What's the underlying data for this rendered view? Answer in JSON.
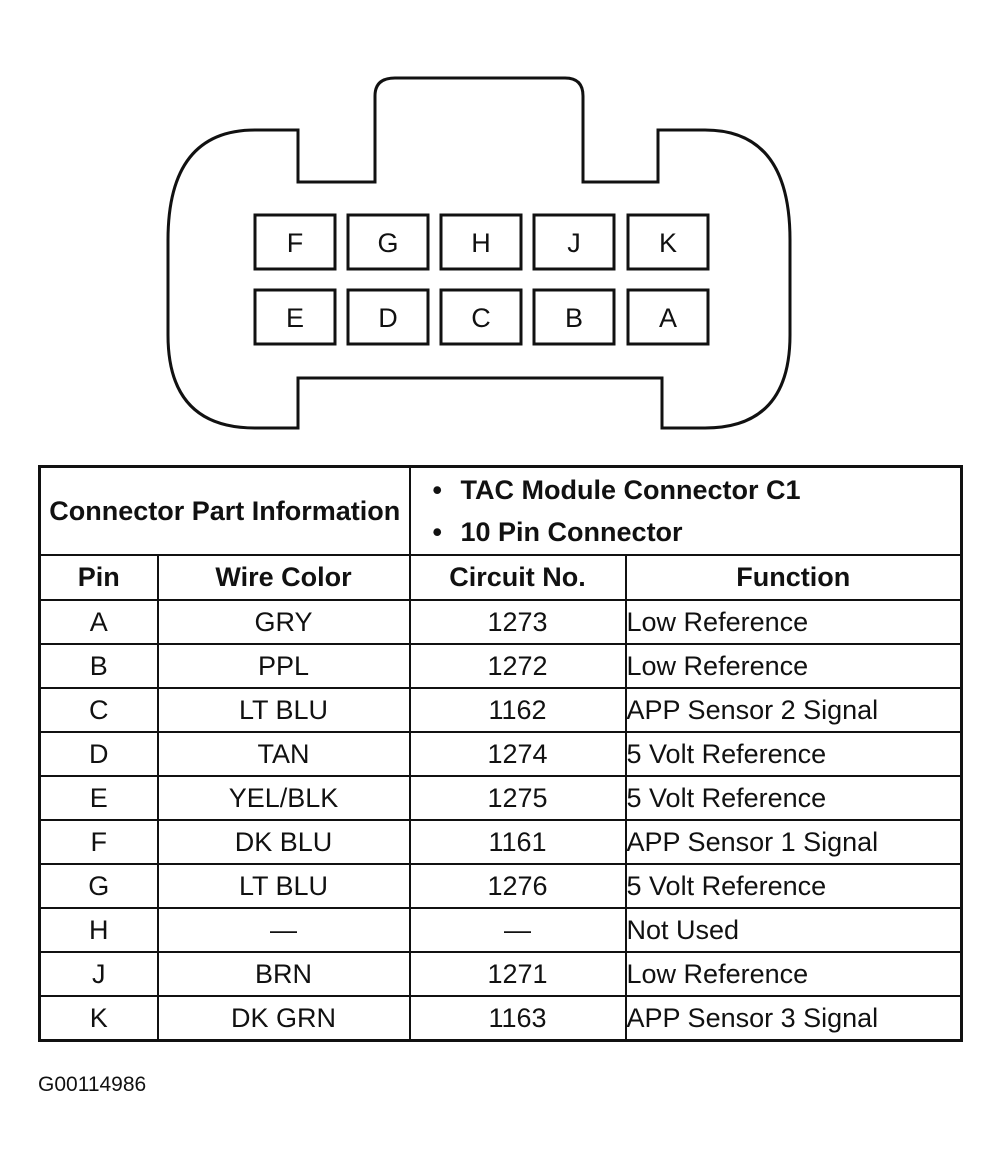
{
  "connector": {
    "top_row_pins": [
      "F",
      "G",
      "H",
      "J",
      "K"
    ],
    "bottom_row_pins": [
      "E",
      "D",
      "C",
      "B",
      "A"
    ]
  },
  "table": {
    "part_info_label": "Connector Part Information",
    "info_lines": [
      "TAC Module Connector C1",
      "10 Pin Connector"
    ],
    "columns": [
      "Pin",
      "Wire Color",
      "Circuit No.",
      "Function"
    ],
    "rows": [
      {
        "pin": "A",
        "wire_color": "GRY",
        "circuit": "1273",
        "function": "Low Reference"
      },
      {
        "pin": "B",
        "wire_color": "PPL",
        "circuit": "1272",
        "function": "Low Reference"
      },
      {
        "pin": "C",
        "wire_color": "LT BLU",
        "circuit": "1162",
        "function": "APP Sensor 2 Signal"
      },
      {
        "pin": "D",
        "wire_color": "TAN",
        "circuit": "1274",
        "function": "5 Volt Reference"
      },
      {
        "pin": "E",
        "wire_color": "YEL/BLK",
        "circuit": "1275",
        "function": "5 Volt Reference"
      },
      {
        "pin": "F",
        "wire_color": "DK BLU",
        "circuit": "1161",
        "function": "APP Sensor 1 Signal"
      },
      {
        "pin": "G",
        "wire_color": "LT BLU",
        "circuit": "1276",
        "function": "5 Volt Reference"
      },
      {
        "pin": "H",
        "wire_color": "—",
        "circuit": "—",
        "function": "Not Used"
      },
      {
        "pin": "J",
        "wire_color": "BRN",
        "circuit": "1271",
        "function": "Low Reference"
      },
      {
        "pin": "K",
        "wire_color": "DK GRN",
        "circuit": "1163",
        "function": "APP Sensor 3 Signal"
      }
    ]
  },
  "figure_id": "G00114986"
}
